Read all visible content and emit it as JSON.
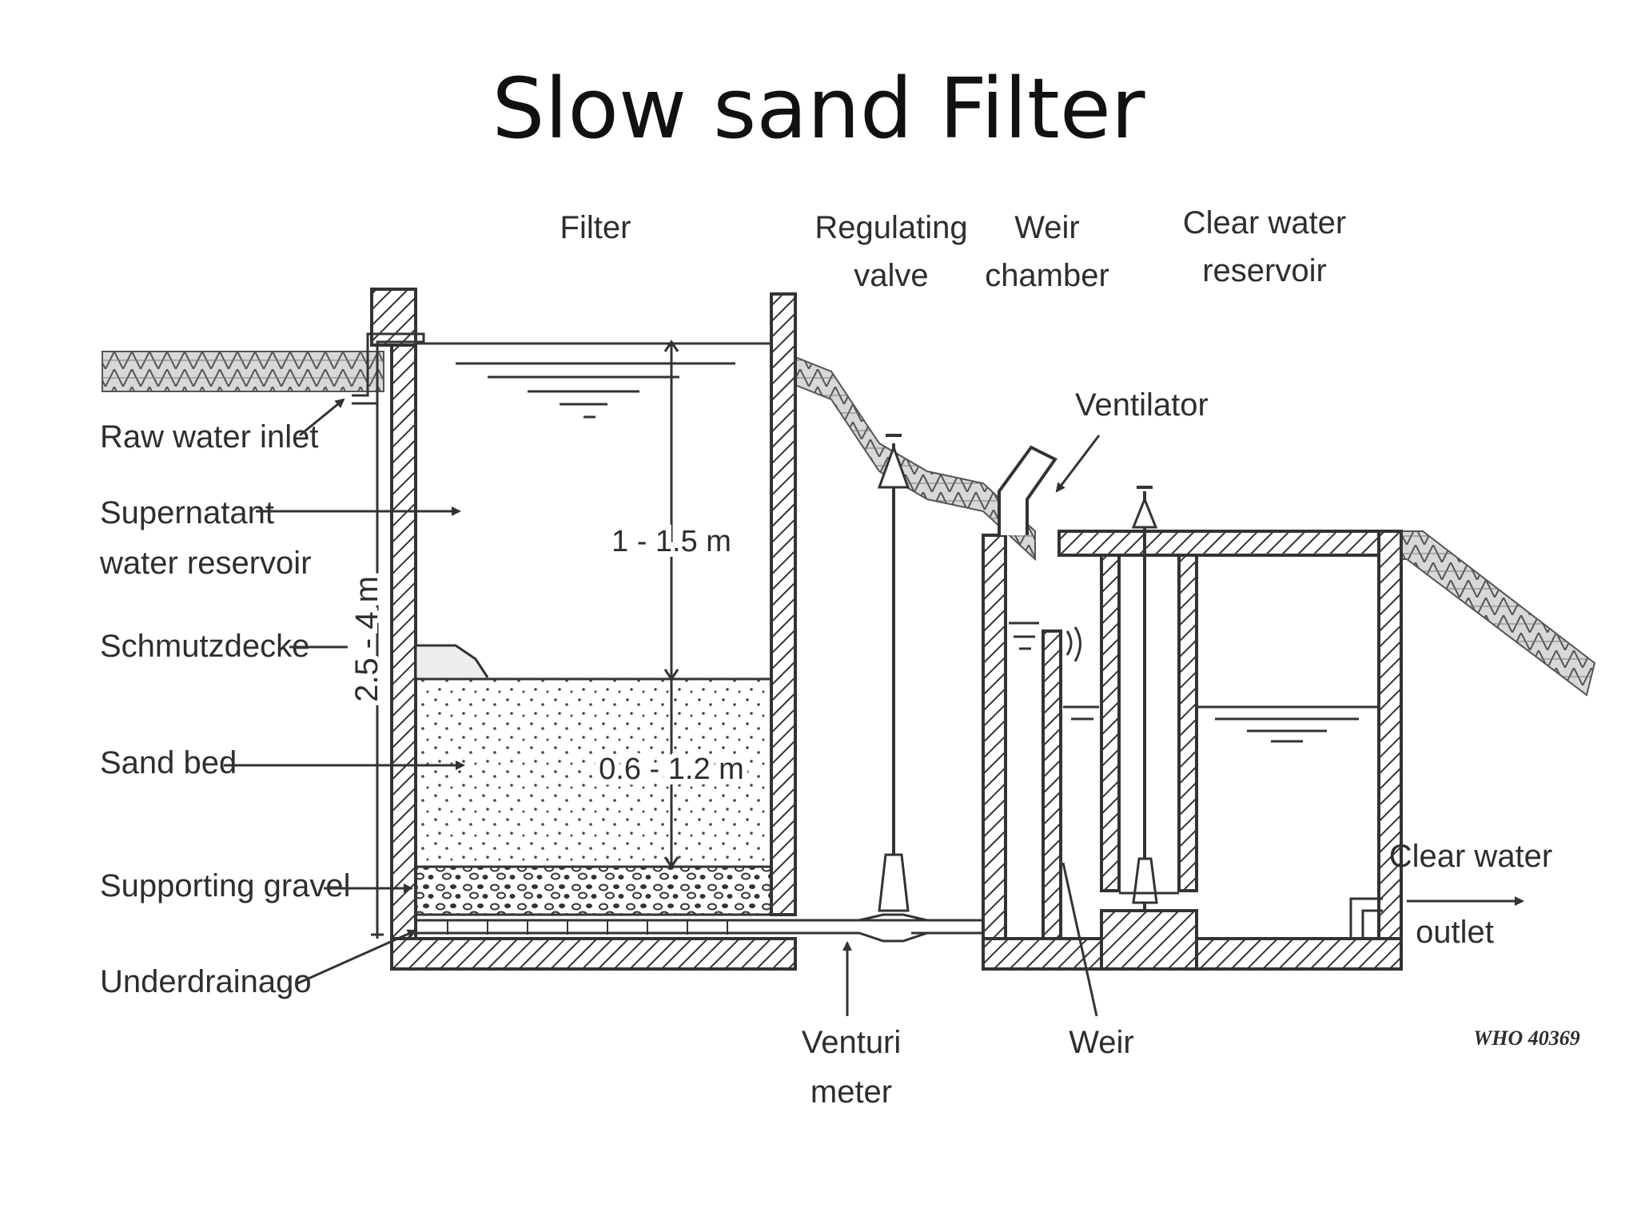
{
  "title": "Slow sand Filter",
  "section_labels": {
    "filter": "Filter",
    "regulating_valve": [
      "Regulating",
      "valve"
    ],
    "weir_chamber": [
      "Weir",
      "chamber"
    ],
    "clear_water_reservoir": [
      "Clear water",
      "reservoir"
    ]
  },
  "left_labels": {
    "raw_water_inlet": "Raw water inlet",
    "supernatant": [
      "Supernatant",
      "water reservoir"
    ],
    "schmutzdecke": "Schmutzdecke",
    "sand_bed": "Sand bed",
    "supporting_gravel": "Supporting gravel",
    "underdrainage": "Underdrainago"
  },
  "dimensions": {
    "total_depth": "2.5 - 4 m",
    "water_depth": "1 - 1.5 m",
    "sand_depth": "0.6 - 1.2 m"
  },
  "other_labels": {
    "ventilator": "Ventilator",
    "venturi_meter": [
      "Venturi",
      "meter"
    ],
    "weir": "Weir",
    "clear_water_outlet": [
      "Clear water",
      "outlet"
    ],
    "figure_code": "WHO 40369"
  },
  "colors": {
    "ink": "#333333",
    "text": "#2e2e2e",
    "background": "#ffffff"
  }
}
